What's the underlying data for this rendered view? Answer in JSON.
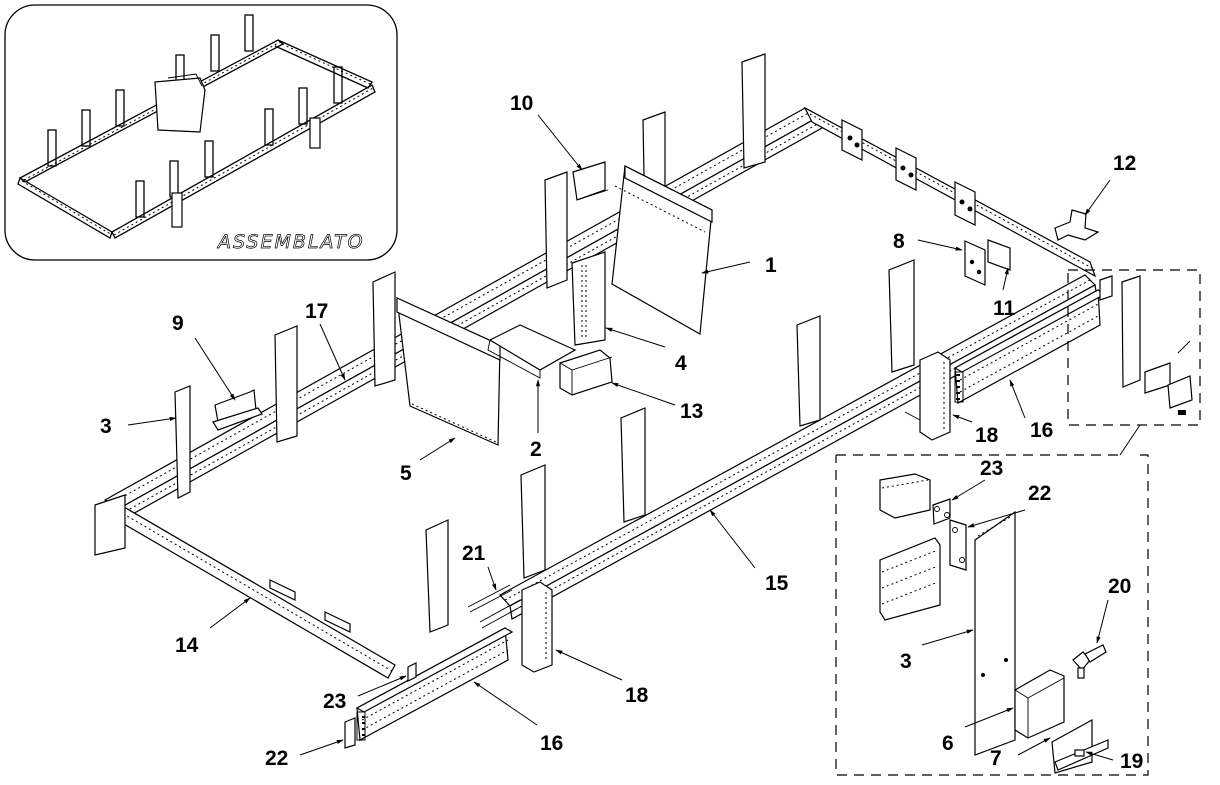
{
  "drawing": {
    "type": "exploded-assembly-diagram",
    "inset": {
      "label": "ASSEMBLATO"
    },
    "callouts": [
      {
        "id": "1",
        "label": "1"
      },
      {
        "id": "2",
        "label": "2"
      },
      {
        "id": "3a",
        "label": "3"
      },
      {
        "id": "3b",
        "label": "3"
      },
      {
        "id": "4",
        "label": "4"
      },
      {
        "id": "5",
        "label": "5"
      },
      {
        "id": "6",
        "label": "6"
      },
      {
        "id": "7",
        "label": "7"
      },
      {
        "id": "8",
        "label": "8"
      },
      {
        "id": "9",
        "label": "9"
      },
      {
        "id": "10",
        "label": "10"
      },
      {
        "id": "11",
        "label": "11"
      },
      {
        "id": "12",
        "label": "12"
      },
      {
        "id": "13",
        "label": "13"
      },
      {
        "id": "14",
        "label": "14"
      },
      {
        "id": "15",
        "label": "15"
      },
      {
        "id": "16a",
        "label": "16"
      },
      {
        "id": "16b",
        "label": "16"
      },
      {
        "id": "17",
        "label": "17"
      },
      {
        "id": "18a",
        "label": "18"
      },
      {
        "id": "18b",
        "label": "18"
      },
      {
        "id": "19",
        "label": "19"
      },
      {
        "id": "20",
        "label": "20"
      },
      {
        "id": "21",
        "label": "21"
      },
      {
        "id": "22a",
        "label": "22"
      },
      {
        "id": "22b",
        "label": "22"
      },
      {
        "id": "23a",
        "label": "23"
      },
      {
        "id": "23b",
        "label": "23"
      }
    ]
  }
}
